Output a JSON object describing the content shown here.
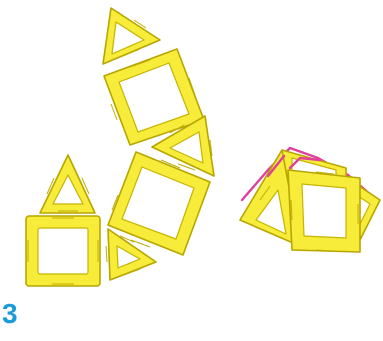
{
  "step": {
    "number": "3"
  },
  "colors": {
    "piece_fill": "#f7ec3a",
    "piece_edge": "#c6b400",
    "piece_shadow": "#e0cf10",
    "connector_pink": "#e0409a",
    "step_number": "#1a9bd7"
  },
  "pieces": [
    {
      "kind": "triangle",
      "group": "arc"
    },
    {
      "kind": "square",
      "group": "arc"
    },
    {
      "kind": "triangle",
      "group": "arc"
    },
    {
      "kind": "square",
      "group": "arc"
    },
    {
      "kind": "triangle",
      "group": "arc"
    },
    {
      "kind": "triangle",
      "group": "left-stack"
    },
    {
      "kind": "square",
      "group": "left-stack"
    },
    {
      "kind": "square",
      "group": "dome"
    },
    {
      "kind": "triangle",
      "group": "dome"
    },
    {
      "kind": "triangle",
      "group": "dome"
    }
  ]
}
